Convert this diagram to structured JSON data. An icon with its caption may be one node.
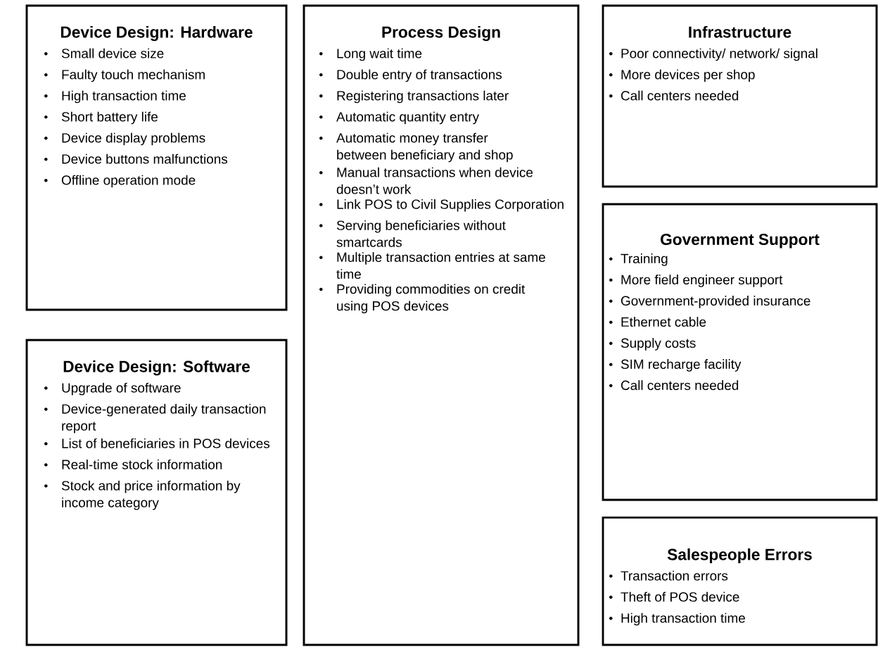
{
  "diagram": {
    "nodes": [
      {
        "text": [
          "Device Design: Hardware",
          "Small device size",
          "Faulty touch mechanism",
          "High transaction time",
          "Short battery life",
          "Device display problems",
          "Device buttons malfunctions",
          "Offline operation mode"
        ]
      },
      {
        "text": [
          "Device Design: Software",
          "Upgrade of software",
          "Device-generated daily transaction report",
          "List of beneficiaries in POS devices",
          "Real-time stock information",
          "Stock and price information by income category"
        ]
      },
      {
        "text": [
          "Process Design",
          "Long wait time",
          "Double entry of transactions",
          "Registering transactions later",
          "Automatic quantity entry",
          "Automatic money transfer between beneficiary and shop",
          "Manual transactions when device doesn’t work",
          "Link POS to Civil Supplies Corporation",
          "Serving beneficiaries without smartcards",
          "Multiple transaction entries at same time",
          "Providing commodities on credit using POS devices"
        ]
      },
      {
        "text": [
          "Infrastructure",
          "Poor connectivity/ network/ signal",
          "More devices per shop",
          "Call centers needed"
        ]
      },
      {
        "text": [
          "Government Support",
          "Training",
          "More field engineer support",
          "Government-provided insurance",
          "Ethernet cable",
          "Supply costs",
          "SIM recharge facility",
          "Call centers needed"
        ]
      },
      {
        "text": [
          "Salespeople Errors",
          "Transaction errors",
          "Theft of POS device",
          "High transaction time"
        ]
      }
    ]
  }
}
